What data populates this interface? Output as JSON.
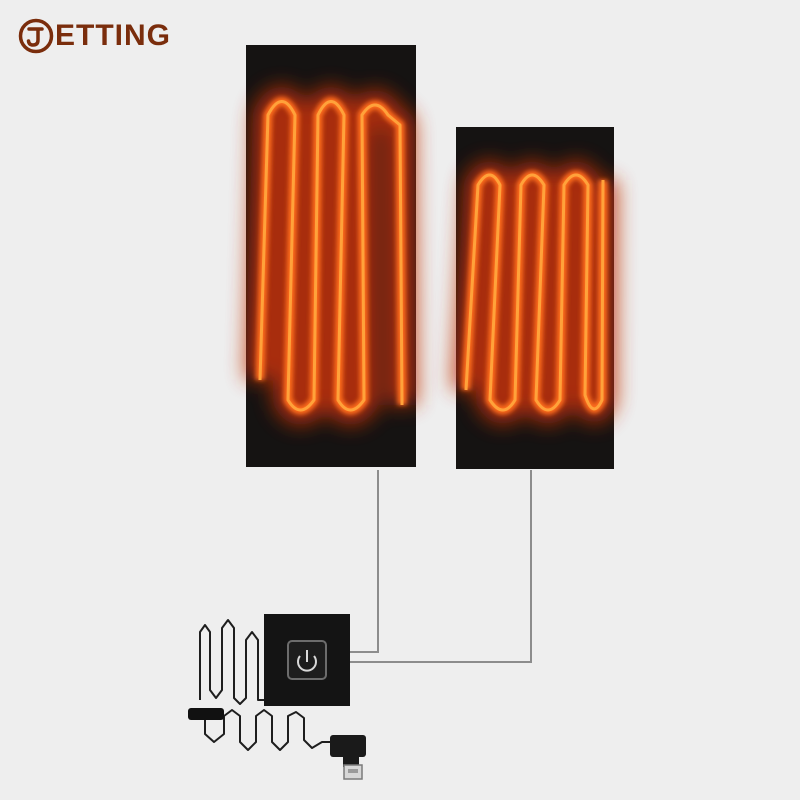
{
  "brand": {
    "text": "ETTING",
    "color": "#7a2d0c"
  },
  "product": {
    "heating_pads": 2,
    "controller_icon": "power-icon",
    "connector": "usb-plug",
    "glow_color": "#ff8a1a",
    "pad_color": "#151312"
  }
}
